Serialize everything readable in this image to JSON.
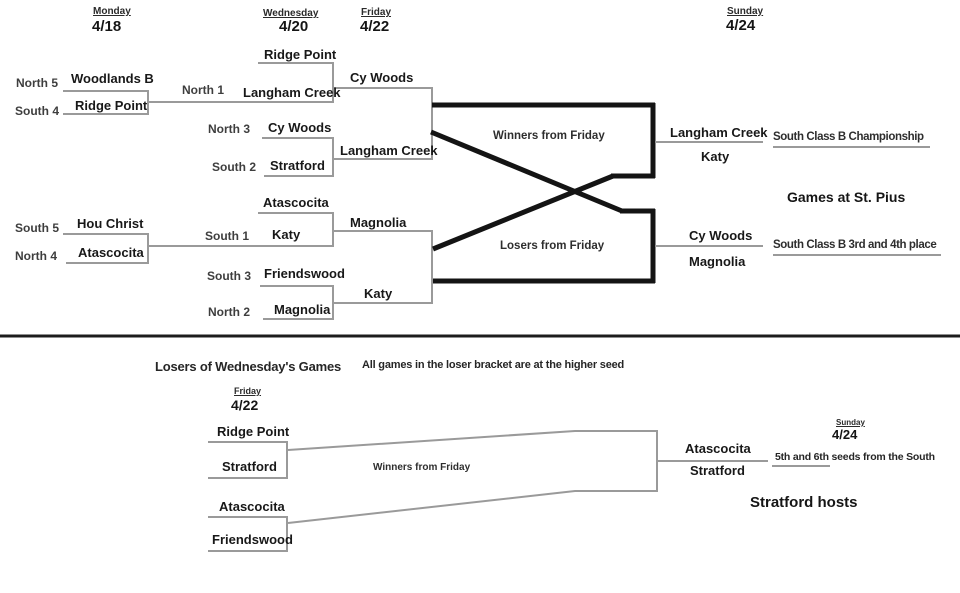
{
  "colors": {
    "thin_line": "#9a9a9a",
    "thick_line": "#141414",
    "divider_line": "#1d1d1d",
    "text": "#1c1c1c"
  },
  "headers": {
    "monday": {
      "day": "Monday",
      "date": "4/18"
    },
    "wednesday": {
      "day": "Wednesday",
      "date": "4/20"
    },
    "friday": {
      "day": "Friday",
      "date": "4/22"
    },
    "sunday": {
      "day": "Sunday",
      "date": "4/24"
    }
  },
  "main_bracket": {
    "monday_games": [
      {
        "top_seed": "North 5",
        "top_team": "Woodlands B",
        "bottom_seed": "South 4",
        "bottom_team": "Ridge Point"
      },
      {
        "top_seed": "South 5",
        "top_team": "Hou Christ",
        "bottom_seed": "North 4",
        "bottom_team": "Atascocita"
      }
    ],
    "wednesday_games": [
      {
        "top_team": "Ridge Point",
        "bottom_seed": "North 1",
        "bottom_team": "Langham Creek"
      },
      {
        "top_seed": "North 3",
        "top_team": "Cy Woods",
        "bottom_seed": "South 2",
        "bottom_team": "Stratford"
      },
      {
        "top_team": "Atascocita",
        "bottom_seed": "South 1",
        "bottom_team": "Katy"
      },
      {
        "top_seed": "South 3",
        "top_team": "Friendswood",
        "bottom_seed": "North 2",
        "bottom_team": "Magnolia"
      }
    ],
    "friday_games": [
      {
        "top_team": "Cy Woods",
        "bottom_team": "Langham Creek"
      },
      {
        "top_team": "Magnolia",
        "bottom_team": "Katy"
      }
    ],
    "semifinal_labels": {
      "winners": "Winners from Friday",
      "losers": "Losers from Friday"
    },
    "sunday_games": [
      {
        "top_team": "Langham Creek",
        "bottom_team": "Katy",
        "title": "South Class B Championship"
      },
      {
        "top_team": "Cy Woods",
        "bottom_team": "Magnolia",
        "title": "South Class B 3rd and 4th place"
      }
    ],
    "venue_note": "Games at St. Pius"
  },
  "loser_bracket": {
    "title": "Losers of Wednesday's Games",
    "rule_note": "All games in the loser bracket are at the higher seed",
    "friday_header": {
      "day": "Friday",
      "date": "4/22"
    },
    "friday_games": [
      {
        "top_team": "Ridge Point",
        "bottom_team": "Stratford"
      },
      {
        "top_team": "Atascocita",
        "bottom_team": "Friendswood"
      }
    ],
    "final_label": "Winners from Friday",
    "sunday_header": {
      "day": "Sunday",
      "date": "4/24"
    },
    "sunday_game": {
      "top_team": "Atascocita",
      "bottom_team": "Stratford",
      "title": "5th and 6th seeds from the South"
    },
    "host_note": "Stratford hosts"
  }
}
